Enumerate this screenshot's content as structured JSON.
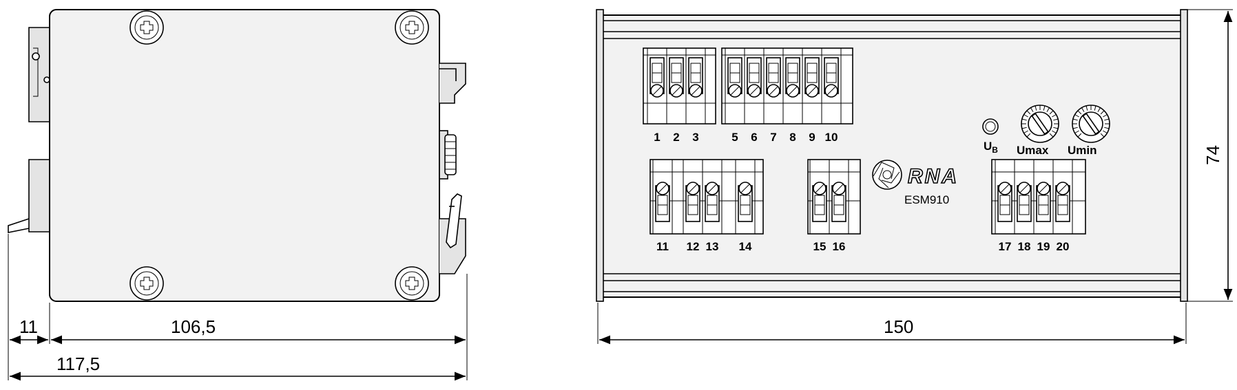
{
  "side_view": {
    "dim_left": "11",
    "dim_body": "106,5",
    "dim_total": "117,5"
  },
  "front_view": {
    "dim_width": "150",
    "dim_height": "74",
    "brand": "RNA",
    "model": "ESM910",
    "indicator_label": "U",
    "indicator_sub": "B",
    "knob_max_label": "Umax",
    "knob_min_label": "Umin",
    "top_block_a": [
      "1",
      "2",
      "3"
    ],
    "top_block_b": [
      "5",
      "6",
      "7",
      "8",
      "9",
      "10"
    ],
    "bottom_block_a": [
      "11",
      "12",
      "13",
      "14"
    ],
    "bottom_block_b": [
      "15",
      "16"
    ],
    "bottom_block_c": [
      "17",
      "18",
      "19",
      "20"
    ]
  }
}
